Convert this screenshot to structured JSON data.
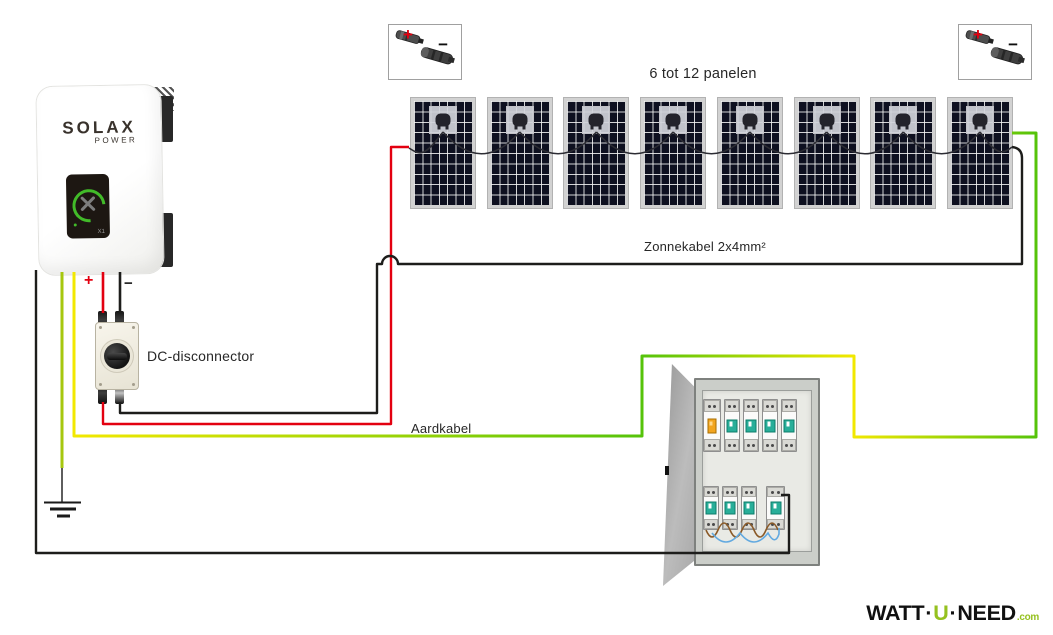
{
  "labels": {
    "panel_count": "6 tot 12 panelen",
    "solar_cable": "Zonnekabel 2x4mm²",
    "earth_cable": "Aardkabel",
    "dc_disconnector": "DC-disconnector"
  },
  "inverter": {
    "brand": "SOLAX",
    "brand_sub": "POWER",
    "display_model": "X1",
    "plus_label": "+",
    "minus_label": "−"
  },
  "mc4_connectors": {
    "plus_label": "+",
    "minus_label": "−"
  },
  "solar_array": {
    "panel_count": 8
  },
  "distribution_box": {
    "top_row": {
      "rcd_count": 1,
      "breaker_count": 4
    },
    "bottom_row": {
      "breaker_count": 4
    }
  },
  "logo": {
    "part1": "WATT",
    "separator": "·",
    "part2": "U",
    "part3": "NEED",
    "tld": ".com"
  },
  "colors": {
    "dc_plus": "#e30010",
    "dc_minus": "#1d1d1b",
    "ac_black": "#1d1d1b",
    "earth_yellow": "#f2e800",
    "earth_green": "#55c30a",
    "ground_wire": "#a6c70e",
    "breaker_toggle": "#28ae99",
    "rcd_lever": "#f2a51f",
    "box_wire_brown": "#8a5a28",
    "box_wire_blue": "#62a9e0",
    "logo_accent": "#95c11f"
  }
}
